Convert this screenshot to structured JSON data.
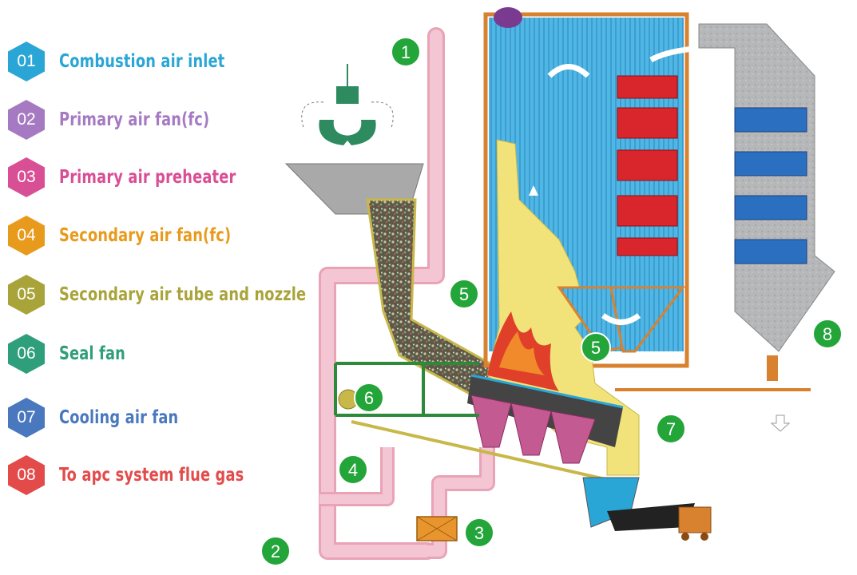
{
  "legend": [
    {
      "num": "01",
      "label": "Combustion air inlet",
      "color": "#2aa6d6"
    },
    {
      "num": "02",
      "label": "Primary air fan(fc)",
      "color": "#a57ac2"
    },
    {
      "num": "03",
      "label": "Primary air preheater",
      "color": "#d94f95"
    },
    {
      "num": "04",
      "label": "Secondary air fan(fc)",
      "color": "#e89a1c"
    },
    {
      "num": "05",
      "label": "Secondary air tube and nozzle",
      "color": "#a9a43a"
    },
    {
      "num": "06",
      "label": "Seal fan",
      "color": "#2f9e7a"
    },
    {
      "num": "07",
      "label": "Cooling air fan",
      "color": "#4a78bf"
    },
    {
      "num": "08",
      "label": "To apc system flue gas",
      "color": "#e34b4b"
    }
  ],
  "callouts": {
    "c1": "1",
    "c2": "2",
    "c3": "3",
    "c4": "4",
    "c5a": "5",
    "c5b": "5",
    "c6": "6",
    "c7": "7",
    "c8": "8"
  },
  "colors": {
    "callout": "#23a53a",
    "duct": "#f2b6c6",
    "furnace": "#4fb7e6",
    "refractory": "#f1e27a",
    "hopper": "#a9a9a9",
    "superheater": "#d9262c",
    "economizer": "#2b6fc1",
    "frame": "#2e8a3b",
    "shell": "#d8812f"
  }
}
